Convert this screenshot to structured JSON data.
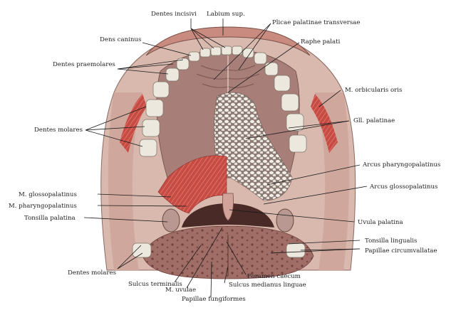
{
  "labels": {
    "dentes_incisivi": "Dentes incisivi",
    "labium_sup": "Labium sup.",
    "plicae_palatinae_transversae": "Plicae palatinae transversae",
    "dens_caninus": "Dens caninus",
    "raphe_palati": "Raphe palati",
    "dentes_praemolares": "Dentes praemolares",
    "m_orbicularis_oris": "M. orbicularis oris",
    "dentes_molares_upper": "Dentes molares",
    "gll_palatinae": "Gll. palatinae",
    "arcus_pharyngopalatinus": "Arcus pharyngopalatinus",
    "arcus_glossopalatinus": "Arcus glossopalatinus",
    "m_glossopalatinus": "M. glossopalatinus",
    "m_pharyngopalatinus": "M. pharyngopalatinus",
    "tonsilla_palatina": "Tonsilla palatina",
    "uvula_palatina": "Uvula palatina",
    "tonsilla_lingualis": "Tonsilla lingualis",
    "papillae_circumvallatae": "Papillae circumvallatae",
    "dentes_molares_lower": "Dentes molares",
    "foramen_caecum": "Foramen caecum",
    "sulcus_terminalis": "Sulcus terminalis",
    "sulcus_medianus_linguae": "Sulcus medianus linguae",
    "m_uvulae": "M. uvulae",
    "papillae_fungiformes": "Papillae fungiformes"
  },
  "colors": {
    "lip": "#c98a7f",
    "mucosa": "#b88a80",
    "palate": "#a77f78",
    "muscle": "#c0463f",
    "tooth": "#ece8dd",
    "tongue": "#a06d67",
    "throat": "#4a2a26"
  }
}
